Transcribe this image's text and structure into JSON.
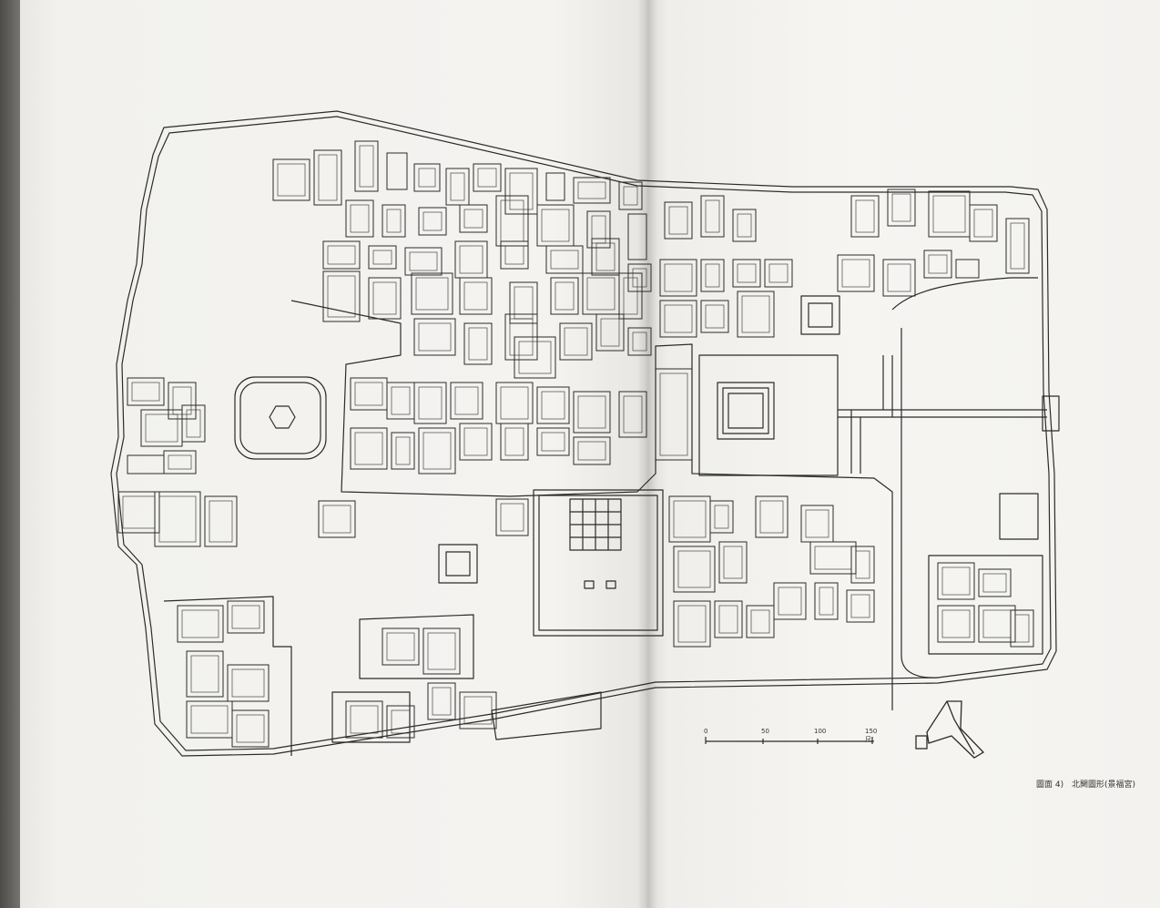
{
  "caption": {
    "figure": "圖面 4)",
    "title": "北闕圖形(景福宮)"
  },
  "scale_bar": {
    "ticks": [
      "0",
      "50",
      "100",
      "150"
    ],
    "unit": "尺"
  },
  "colors": {
    "ink": "#2b2b2b",
    "paper": "#f4f3f0",
    "background": "#5c5a57"
  }
}
